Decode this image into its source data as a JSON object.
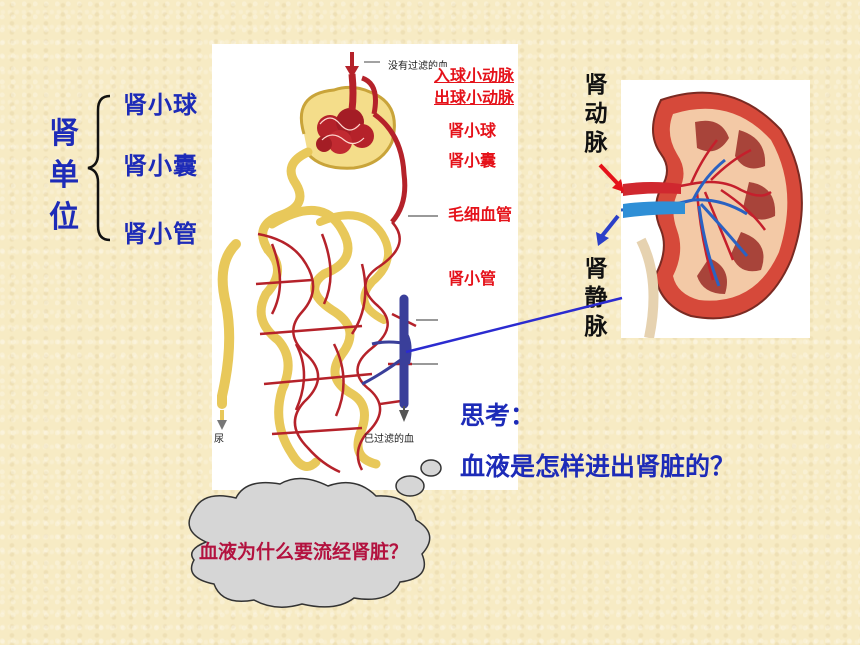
{
  "nephron_unit": [
    "肾",
    "单",
    "位"
  ],
  "parts": [
    "肾小球",
    "肾小囊",
    "肾小管"
  ],
  "diagram_labels": {
    "afferent": "入球小动脉",
    "efferent": "出球小动脉",
    "glomerulus": "肾小球",
    "capsule": "肾小囊",
    "capillary": "毛细血管",
    "tubule": "肾小管"
  },
  "original_labels": {
    "unfiltered_blood": "没有过滤的血",
    "filtered_blood": "已过滤的血",
    "urine": "尿"
  },
  "kidney": {
    "renal_artery": [
      "肾",
      "动",
      "脉"
    ],
    "renal_vein": [
      "肾",
      "静",
      "脉"
    ]
  },
  "think": {
    "title": "思考：",
    "question": "血液是怎样进出肾脏的？"
  },
  "cloud": "血液为什么要流经肾脏？",
  "colors": {
    "blue_text": "#1d2bb8",
    "red_text": "#e5121a",
    "tubule": "#e8c85a",
    "vessel": "#b5222a",
    "vein": "#3a3f9a"
  }
}
